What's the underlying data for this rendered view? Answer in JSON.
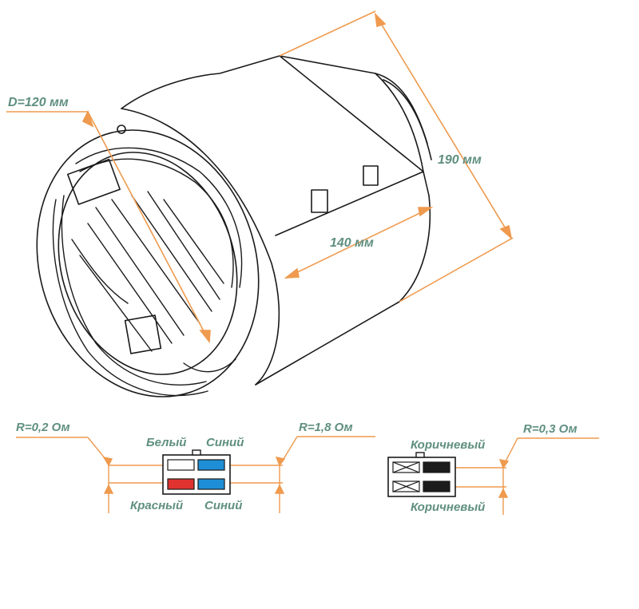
{
  "dimensions": {
    "diameter": "D=120 мм",
    "length_total": "190 мм",
    "length_core": "140 мм"
  },
  "connector_left": {
    "resistance_left": "R=0,2 Ом",
    "resistance_right": "R=1,8 Ом",
    "top_left_wire": "Белый",
    "top_right_wire": "Синий",
    "bottom_left_wire": "Красный",
    "bottom_right_wire": "Синий"
  },
  "connector_right": {
    "resistance": "R=0,3 Ом",
    "top_wire": "Коричневый",
    "bottom_wire": "Коричневый"
  },
  "colors": {
    "dimension_lines": "#ef9a4e",
    "label_text": "#5f8f80",
    "wire_white": "#ffffff",
    "wire_blue": "#1e8fd6",
    "wire_red": "#e0322f",
    "wire_brown": "#1c1c1c"
  }
}
